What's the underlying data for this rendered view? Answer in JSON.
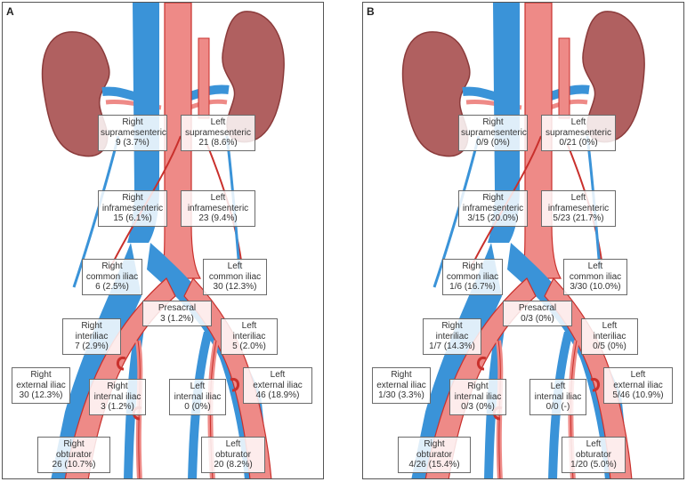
{
  "colors": {
    "artery": "#ee8a87",
    "artery_outline": "#c9302c",
    "vein": "#3a93d8",
    "kidney": "#b06060",
    "kidney_outline": "#8b3b3b"
  },
  "panels": [
    {
      "letter": "A",
      "labels": [
        {
          "id": "right-supramesenteric",
          "line1": "Right",
          "line2": "supramesenteric",
          "value": "9 (3.7%)"
        },
        {
          "id": "left-supramesenteric",
          "line1": "Left",
          "line2": "supramesenteric",
          "value": "21 (8.6%)"
        },
        {
          "id": "right-inframesenteric",
          "line1": "Right",
          "line2": "inframesenteric",
          "value": "15 (6.1%)"
        },
        {
          "id": "left-inframesenteric",
          "line1": "Left",
          "line2": "inframesenteric",
          "value": "23 (9.4%)"
        },
        {
          "id": "right-common-iliac",
          "line1": "Right",
          "line2": "common iliac",
          "value": "6 (2.5%)"
        },
        {
          "id": "left-common-iliac",
          "line1": "Left",
          "line2": "common iliac",
          "value": "30 (12.3%)"
        },
        {
          "id": "presacral",
          "line1": "Presacral",
          "line2": "",
          "value": "3 (1.2%)"
        },
        {
          "id": "right-interiliac",
          "line1": "Right",
          "line2": "interiliac",
          "value": "7 (2.9%)"
        },
        {
          "id": "left-interiliac",
          "line1": "Left",
          "line2": "interiliac",
          "value": "5 (2.0%)"
        },
        {
          "id": "right-external-iliac",
          "line1": "Right",
          "line2": "external iliac",
          "value": "30 (12.3%)"
        },
        {
          "id": "right-internal-iliac",
          "line1": "Right",
          "line2": "internal iliac",
          "value": "3 (1.2%)"
        },
        {
          "id": "left-internal-iliac",
          "line1": "Left",
          "line2": "internal iliac",
          "value": "0 (0%)"
        },
        {
          "id": "left-external-iliac",
          "line1": "Left",
          "line2": "external iliac",
          "value": "46 (18.9%)"
        },
        {
          "id": "right-obturator",
          "line1": "Right",
          "line2": "obturator",
          "value": "26 (10.7%)"
        },
        {
          "id": "left-obturator",
          "line1": "Left",
          "line2": "obturator",
          "value": "20 (8.2%)"
        }
      ]
    },
    {
      "letter": "B",
      "labels": [
        {
          "id": "right-supramesenteric",
          "line1": "Right",
          "line2": "supramesenteric",
          "value": "0/9 (0%)"
        },
        {
          "id": "left-supramesenteric",
          "line1": "Left",
          "line2": "supramesenteric",
          "value": "0/21 (0%)"
        },
        {
          "id": "right-inframesenteric",
          "line1": "Right",
          "line2": "inframesenteric",
          "value": "3/15 (20.0%)"
        },
        {
          "id": "left-inframesenteric",
          "line1": "Left",
          "line2": "inframesenteric",
          "value": "5/23 (21.7%)"
        },
        {
          "id": "right-common-iliac",
          "line1": "Right",
          "line2": "common iliac",
          "value": "1/6 (16.7%)"
        },
        {
          "id": "left-common-iliac",
          "line1": "Left",
          "line2": "common iliac",
          "value": "3/30 (10.0%)"
        },
        {
          "id": "presacral",
          "line1": "Presacral",
          "line2": "",
          "value": "0/3 (0%)"
        },
        {
          "id": "right-interiliac",
          "line1": "Right",
          "line2": "interiliac",
          "value": "1/7 (14.3%)"
        },
        {
          "id": "left-interiliac",
          "line1": "Left",
          "line2": "interiliac",
          "value": "0/5 (0%)"
        },
        {
          "id": "right-external-iliac",
          "line1": "Right",
          "line2": "external iliac",
          "value": "1/30 (3.3%)"
        },
        {
          "id": "right-internal-iliac",
          "line1": "Right",
          "line2": "internal iliac",
          "value": "0/3 (0%)"
        },
        {
          "id": "left-internal-iliac",
          "line1": "Left",
          "line2": "internal iliac",
          "value": "0/0 (-)"
        },
        {
          "id": "left-external-iliac",
          "line1": "Left",
          "line2": "external iliac",
          "value": "5/46 (10.9%)"
        },
        {
          "id": "right-obturator",
          "line1": "Right",
          "line2": "obturator",
          "value": "4/26 (15.4%)"
        },
        {
          "id": "left-obturator",
          "line1": "Left",
          "line2": "obturator",
          "value": "1/20 (5.0%)"
        }
      ]
    }
  ]
}
